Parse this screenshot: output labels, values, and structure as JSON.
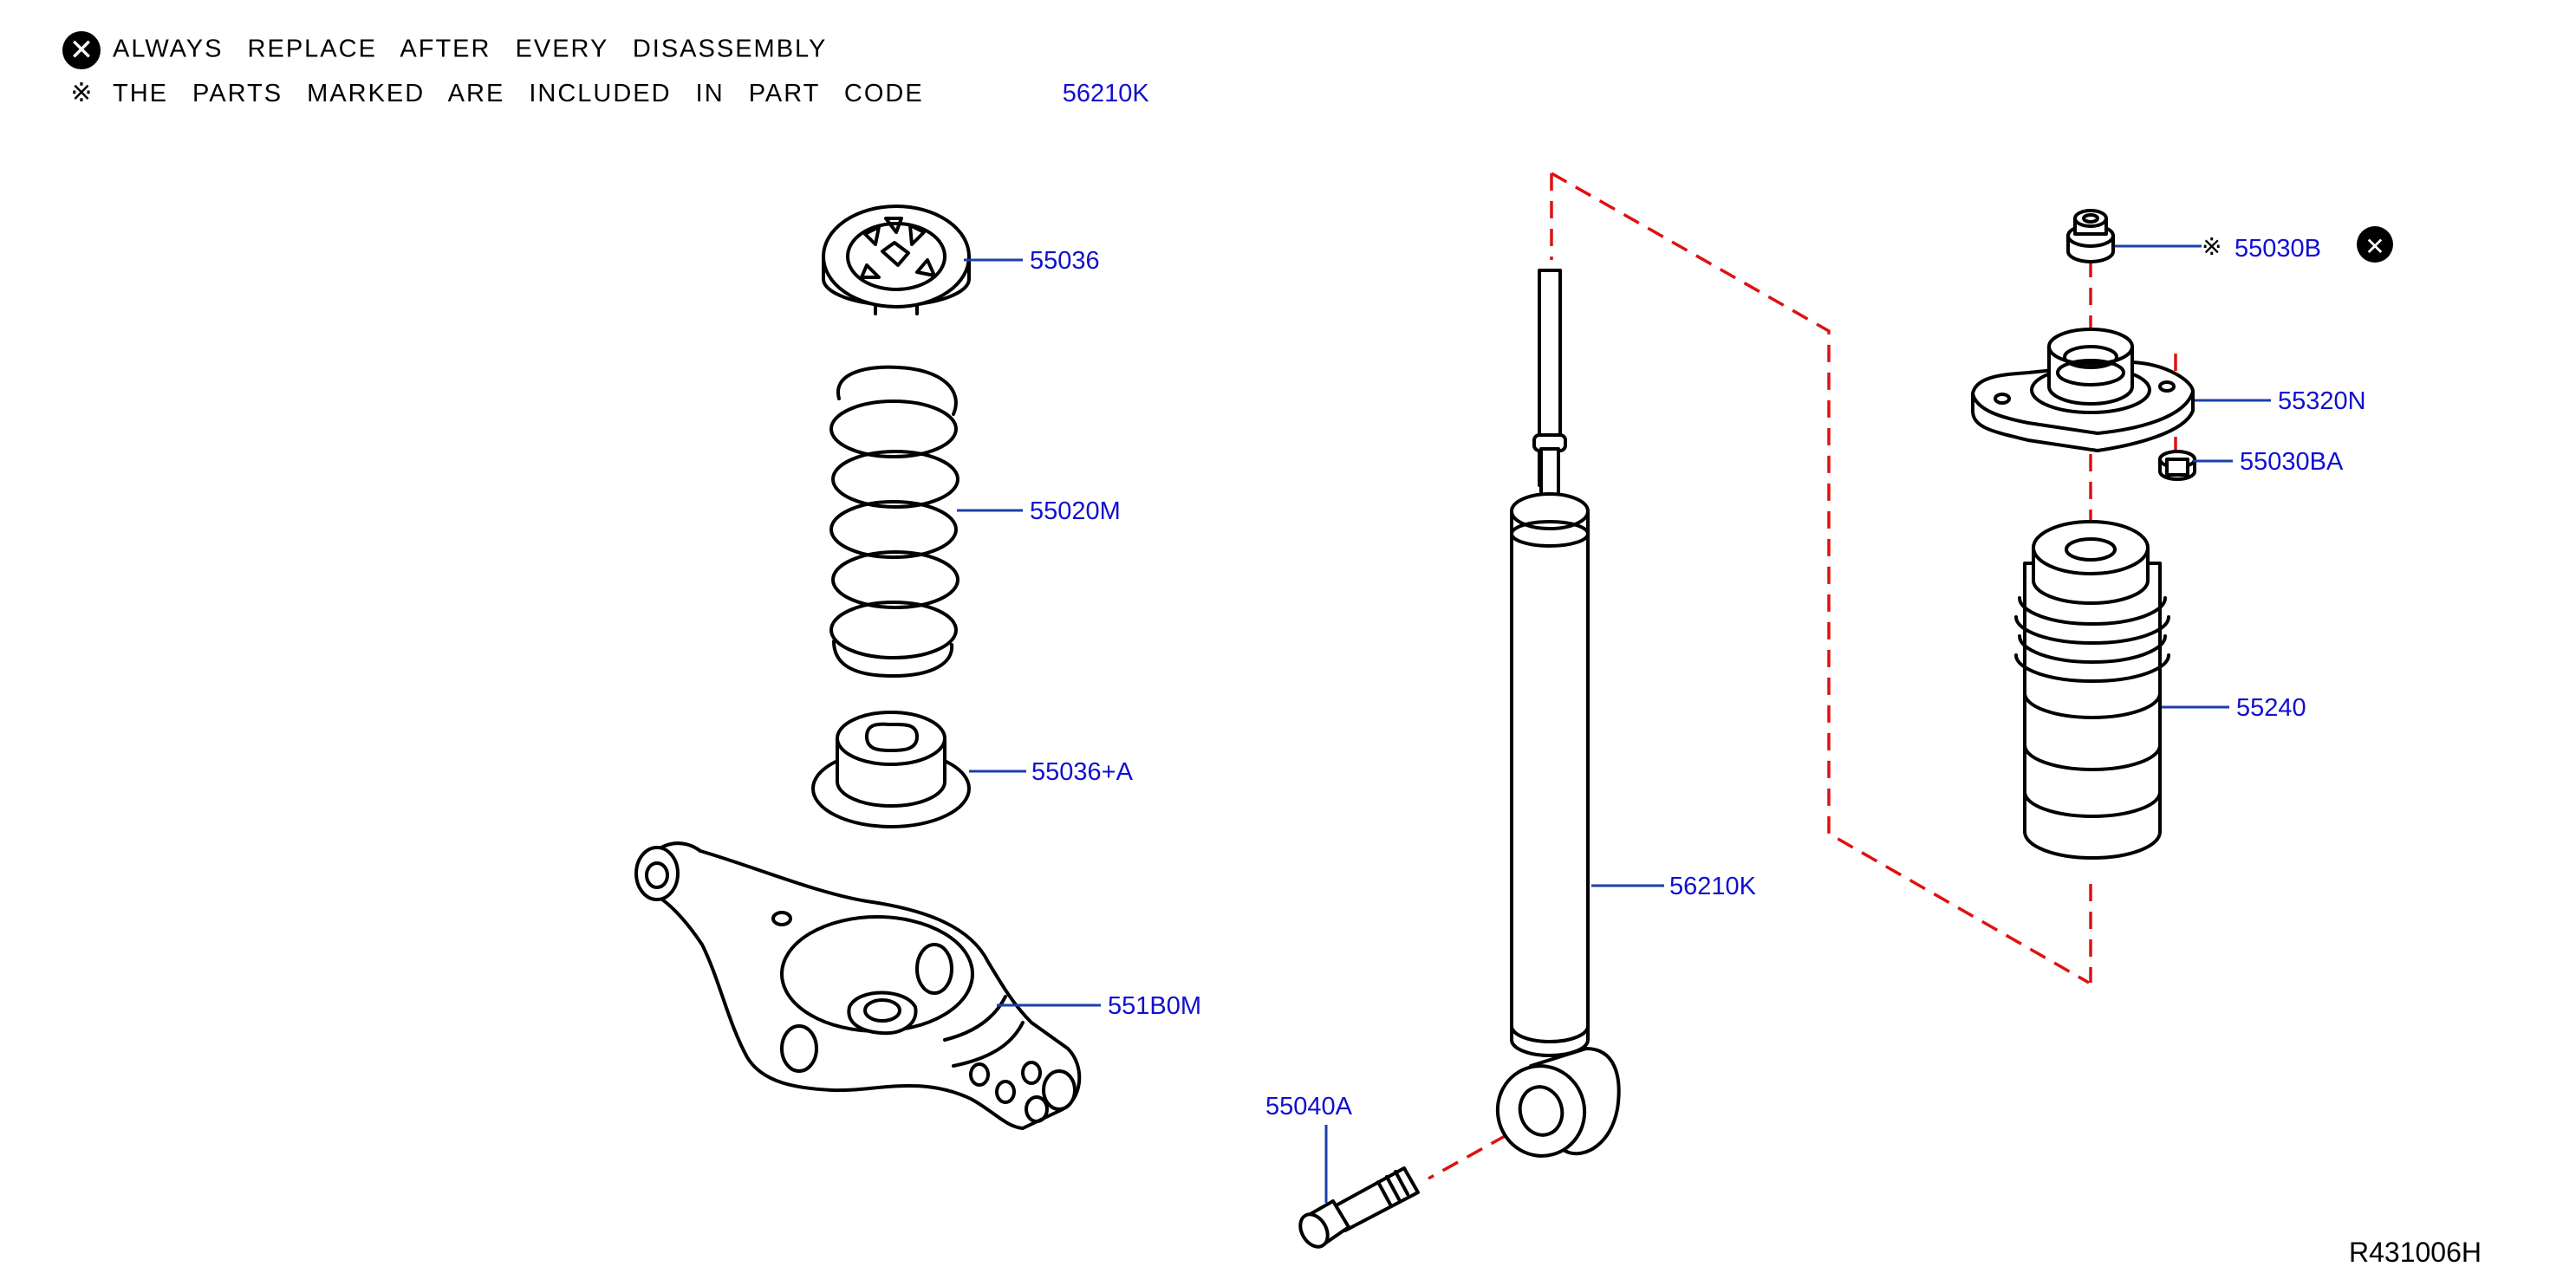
{
  "legend": {
    "replace_text": "ALWAYS REPLACE AFTER EVERY DISASSEMBLY",
    "replace_symbol": "✕",
    "included_symbol": "※",
    "included_text": "THE PARTS MARKED ARE INCLUDED IN PART CODE",
    "included_code": "56210K"
  },
  "parts": {
    "p55036": "55036",
    "p55020M": "55020M",
    "p55036A": "55036+A",
    "p551B0M": "551B0M",
    "p56210K": "56210K",
    "p55040A": "55040A",
    "p55030B": "55030B",
    "p55320N": "55320N",
    "p55030BA": "55030BA",
    "p55240": "55240"
  },
  "drawing_number": "R431006H",
  "colors": {
    "label": "#1010d0",
    "leader": "#1c3fa8",
    "assembly_dash": "#e01010"
  }
}
